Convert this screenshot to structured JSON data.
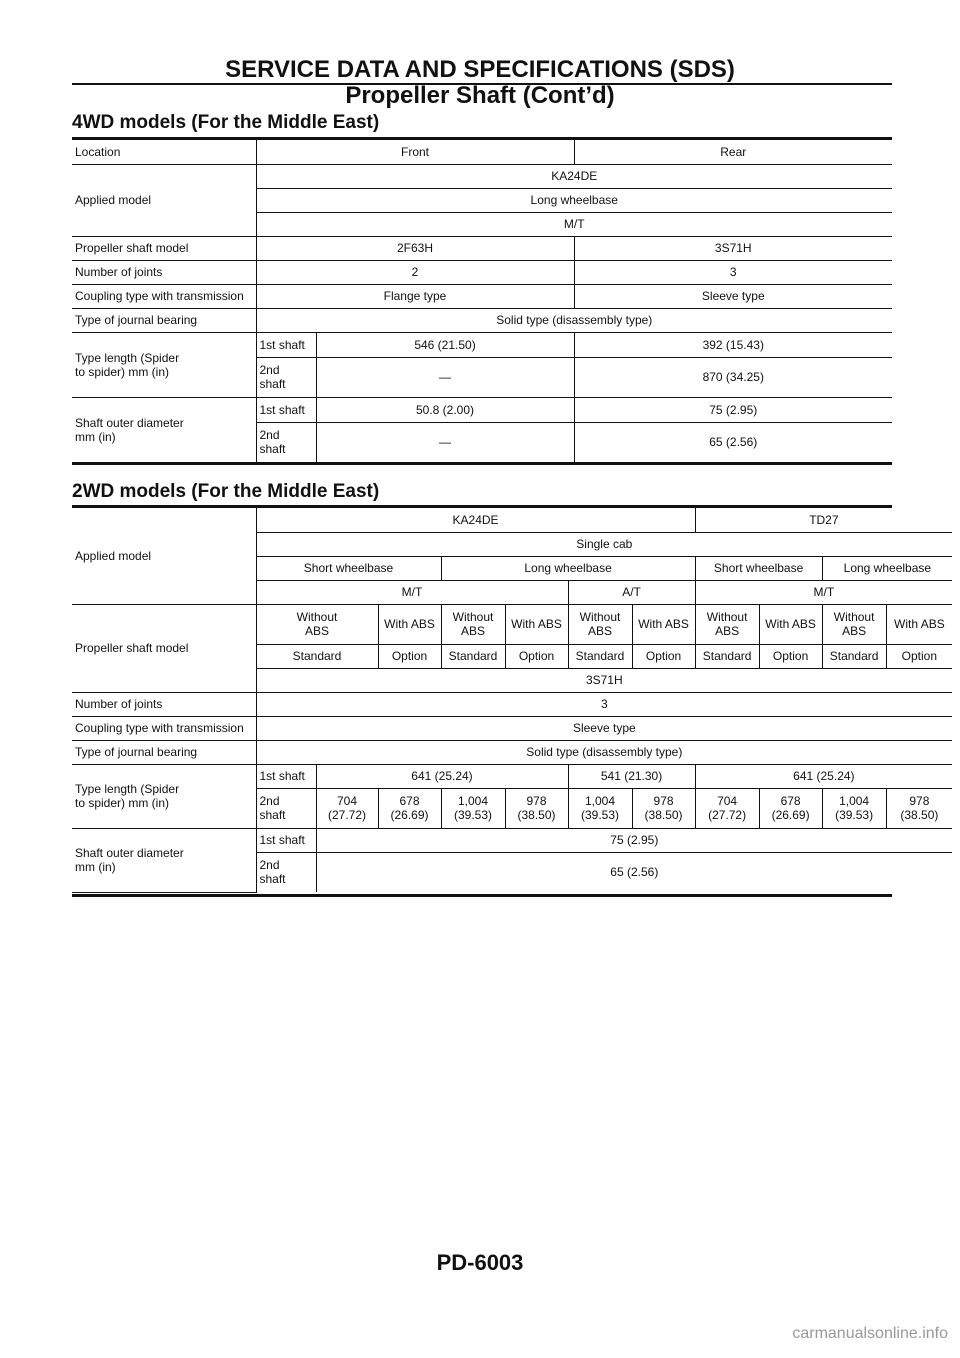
{
  "header": {
    "title": "SERVICE DATA AND SPECIFICATIONS (SDS)",
    "subtitle": "Propeller Shaft (Cont’d)"
  },
  "table4wd": {
    "title": "4WD models (For the Middle East)",
    "location": {
      "label": "Location",
      "front": "Front",
      "rear": "Rear"
    },
    "applied_model": {
      "label": "Applied model",
      "engine": "KA24DE",
      "wheelbase": "Long wheelbase",
      "transmission": "M/T"
    },
    "propeller_shaft_model": {
      "label": "Propeller shaft model",
      "front": "2F63H",
      "rear": "3S71H"
    },
    "number_of_joints": {
      "label": "Number of joints",
      "front": "2",
      "rear": "3"
    },
    "coupling_type": {
      "label": "Coupling type with transmission",
      "front": "Flange type",
      "rear": "Sleeve type"
    },
    "journal_bearing": {
      "label": "Type of journal bearing",
      "value": "Solid type (disassembly type)"
    },
    "type_length": {
      "label_line1": "Type length (Spider",
      "label_line2": "to spider)      mm (in)",
      "shaft1": "1st shaft",
      "shaft1_front": "546 (21.50)",
      "shaft1_rear": "392 (15.43)",
      "shaft2_line1": "2nd",
      "shaft2_line2": "shaft",
      "shaft2_front": "—",
      "shaft2_rear": "870 (34.25)"
    },
    "outer_diameter": {
      "label_line1": "Shaft outer diameter",
      "label_line2": "mm (in)",
      "shaft1": "1st shaft",
      "shaft1_front": "50.8 (2.00)",
      "shaft1_rear": "75 (2.95)",
      "shaft2_line1": "2nd",
      "shaft2_line2": "shaft",
      "shaft2_front": "—",
      "shaft2_rear": "65 (2.56)"
    }
  },
  "table2wd": {
    "title": "2WD models (For the Middle East)",
    "applied_model_label": "Applied model",
    "engines": [
      "KA24DE",
      "TD27"
    ],
    "cab": "Single cab",
    "wheelbases": [
      "Short wheelbase",
      "Long wheelbase",
      "Short wheelbase",
      "Long wheelbase"
    ],
    "transmissions": [
      "M/T",
      "A/T",
      "M/T"
    ],
    "propeller_shaft_model_label": "Propeller shaft model",
    "abs": {
      "without_line1": "Without",
      "without_line2": "ABS",
      "with": "With ABS"
    },
    "fitment": [
      "Standard",
      "Option",
      "Standard",
      "Option",
      "Standard",
      "Option",
      "Standard",
      "Option",
      "Standard",
      "Option"
    ],
    "shaft_model": "3S71H",
    "number_of_joints": {
      "label": "Number of joints",
      "value": "3"
    },
    "coupling_type": {
      "label": "Coupling type with transmission",
      "value": "Sleeve type"
    },
    "journal_bearing": {
      "label": "Type of journal bearing",
      "value": "Solid type (disassembly type)"
    },
    "type_length": {
      "label_line1": "Type length (Spider",
      "label_line2": "to spider)      mm (in)",
      "shaft1": "1st shaft",
      "shaft1_values": [
        "641 (25.24)",
        "541 (21.30)",
        "641 (25.24)"
      ],
      "shaft2_line1": "2nd",
      "shaft2_line2": "shaft",
      "shaft2_values": [
        [
          "704",
          "(27.72)"
        ],
        [
          "678",
          "(26.69)"
        ],
        [
          "1,004",
          "(39.53)"
        ],
        [
          "978",
          "(38.50)"
        ],
        [
          "1,004",
          "(39.53)"
        ],
        [
          "978",
          "(38.50)"
        ],
        [
          "704",
          "(27.72)"
        ],
        [
          "678",
          "(26.69)"
        ],
        [
          "1,004",
          "(39.53)"
        ],
        [
          "978",
          "(38.50)"
        ]
      ]
    },
    "outer_diameter": {
      "label_line1": "Shaft outer diameter",
      "label_line2": "mm (in)",
      "shaft1": "1st shaft",
      "shaft1_value": "75 (2.95)",
      "shaft2_line1": "2nd",
      "shaft2_line2": "shaft",
      "shaft2_value": "65 (2.56)"
    }
  },
  "footer": {
    "page_code": "PD-6003"
  },
  "watermark": "carmanualsonline.info"
}
